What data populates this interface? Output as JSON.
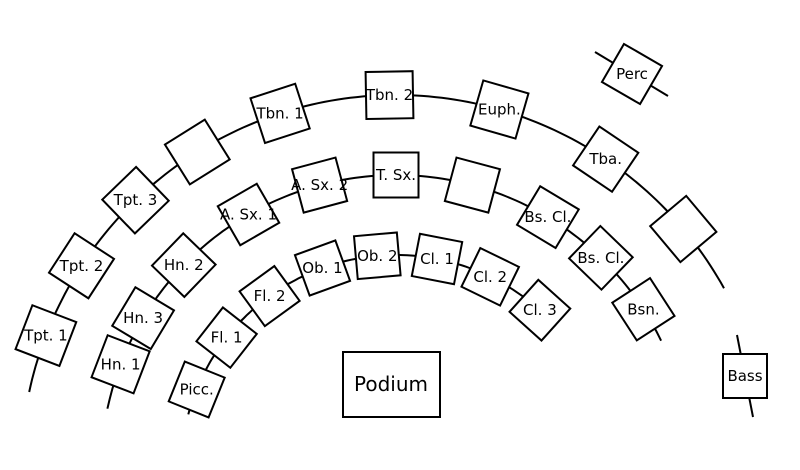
{
  "podium": {
    "label": "Podium"
  },
  "rows": {
    "inner": [
      "Picc.",
      "Fl. 1",
      "Fl. 2",
      "Ob. 1",
      "Ob. 2",
      "Cl. 1",
      "Cl. 2",
      "Cl. 3"
    ],
    "middle": [
      "Hn. 1",
      "Hn. 3",
      "Hn. 2",
      "A. Sx. 1",
      "A. Sx. 2",
      "T. Sx.",
      "",
      "Bs. Cl.",
      "Bs. Cl.",
      "Bsn."
    ],
    "outer": [
      "Tpt. 1",
      "Tpt. 2",
      "Tpt. 3",
      "",
      "Tbn. 1",
      "Tbn. 2",
      "Euph.",
      "Tba.",
      ""
    ]
  },
  "standalone": [
    "Perc",
    "Bass"
  ]
}
